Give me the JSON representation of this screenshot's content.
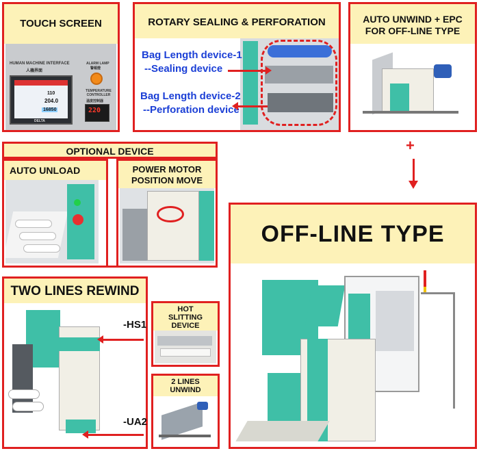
{
  "touch_screen": {
    "title": "TOUCH SCREEN",
    "hmi_label": "HUMAN MACHINE INTERFACE",
    "hmi_label_cn": "人機界面",
    "alarm_label": "ALARM LAMP",
    "alarm_label_cn": "警報燈",
    "temp_label": "TEMPERATURE CONTROLLER",
    "temp_label_cn": "溫度控制器",
    "screen_value_1": "110",
    "screen_value_2": "204.0",
    "screen_value_3": "16850",
    "temp_value": "220",
    "brand": "DELTA"
  },
  "rotary": {
    "title": "ROTARY SEALING & PERFORATION",
    "device1_line1": "Bag Length device-1",
    "device1_line2": "--Sealing device",
    "device2_line1": "Bag Length device-2",
    "device2_line2": "--Perforation device"
  },
  "auto_unwind": {
    "title_line1": "AUTO UNWIND + EPC",
    "title_line2": "FOR OFF-LINE TYPE"
  },
  "plus_sign": "+",
  "optional": {
    "title": "OPTIONAL DEVICE",
    "auto_unload": "AUTO UNLOAD",
    "power_motor_line1": "POWER MOTOR",
    "power_motor_line2": "POSITION MOVE"
  },
  "offline": {
    "title": "OFF-LINE TYPE"
  },
  "two_lines": {
    "title": "TWO LINES REWIND TYPE",
    "hs1": "-HS1",
    "ua2": "-UA2",
    "hot_line1": "HOT",
    "hot_line2": "SLITTING",
    "hot_line3": "DEVICE",
    "unwind_line1": "2 LINES",
    "unwind_line2": "UNWIND"
  },
  "colors": {
    "border": "#e02020",
    "header_bg": "#fdf2b8",
    "machine_teal": "#3fbfa7",
    "label_blue": "#1b3fd6"
  }
}
